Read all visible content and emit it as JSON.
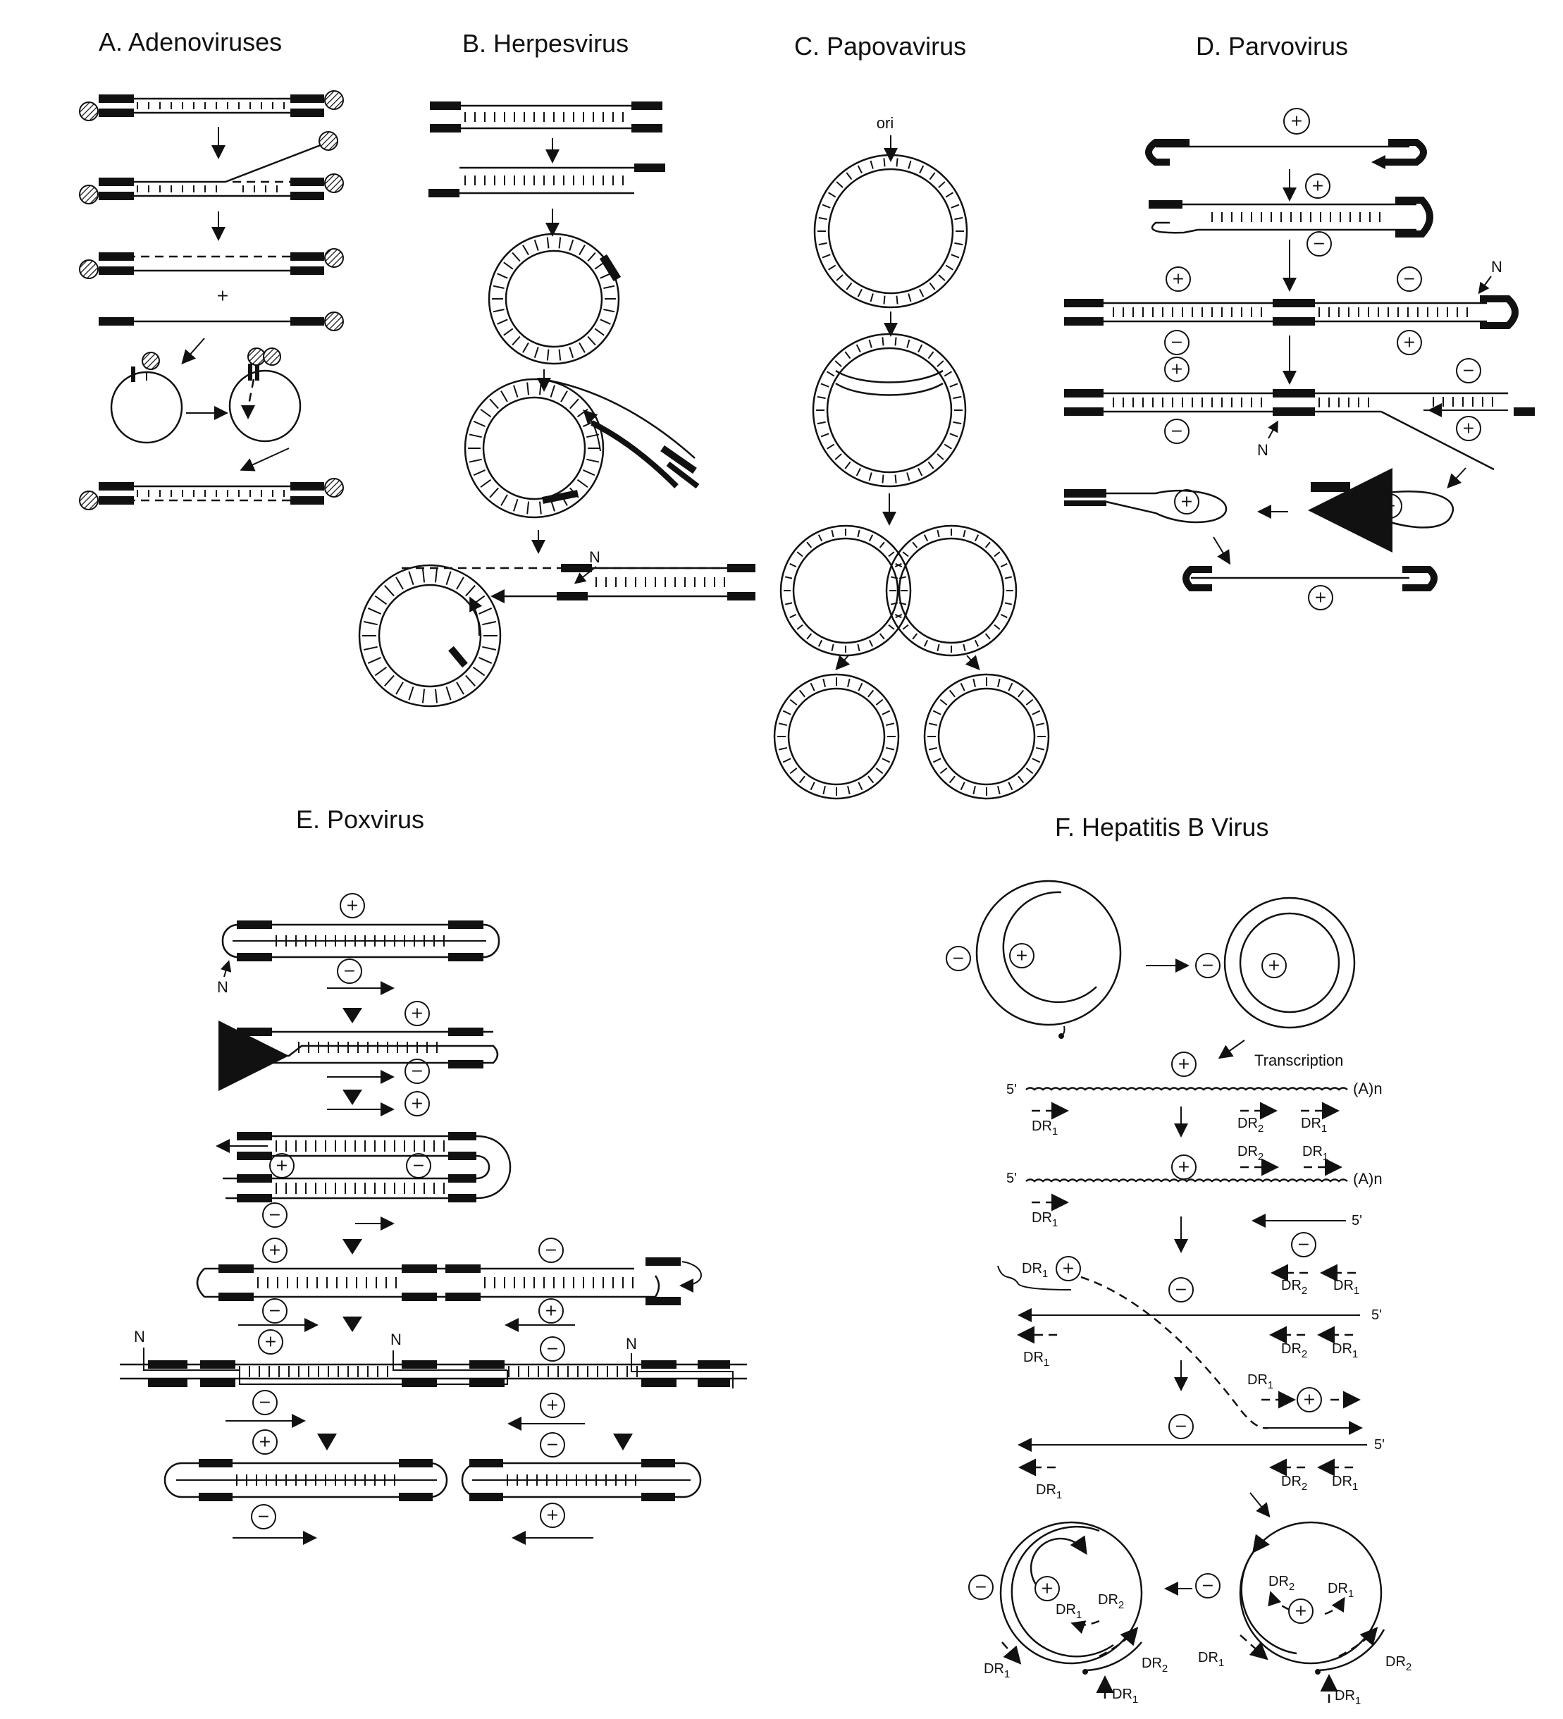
{
  "panels": {
    "a": {
      "title": "A. Adenoviruses"
    },
    "b": {
      "title": "B. Herpesvirus",
      "n_label": "N"
    },
    "c": {
      "title": "C. Papovavirus",
      "ori_label": "ori"
    },
    "d": {
      "title": "D. Parvovirus",
      "n_label": "N",
      "plus": "+",
      "minus": "−"
    },
    "e": {
      "title": "E. Poxvirus",
      "n_label": "N",
      "plus": "+",
      "minus": "−"
    },
    "f": {
      "title": "F. Hepatitis B Virus",
      "transcription": "Transcription",
      "five_prime": "5'",
      "poly_a": "(A)n",
      "dr": "DR",
      "sub1": "1",
      "sub2": "2",
      "plus": "+",
      "minus": "−"
    }
  },
  "adeno_plus_sign": "+"
}
